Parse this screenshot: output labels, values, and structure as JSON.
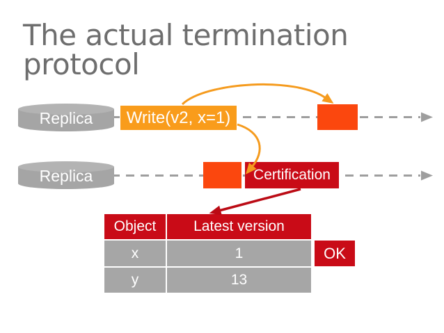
{
  "title": "The actual termination protocol",
  "timelines": [
    {
      "replica_label": "Replica",
      "event_label": "Write(v2, x=1)"
    },
    {
      "replica_label": "Replica",
      "event_label": "Certification"
    }
  ],
  "version_table": {
    "columns": [
      "Object",
      "Latest version"
    ],
    "rows": [
      {
        "object": "x",
        "version": "1"
      },
      {
        "object": "y",
        "version": "13"
      }
    ]
  },
  "ok_badge": "OK",
  "colors": {
    "title_gray": "#6e6e6e",
    "event_orange": "#f99c1b",
    "event_orange_red": "#fb470e",
    "dark_red": "#c90b17",
    "table_row_gray": "#a6a6a6",
    "timeline_gray": "#9e9e9e",
    "arrow_orange": "#f59b1e",
    "arrow_dark_red": "#bb0b15",
    "cylinder_gray": "#a5a5a5"
  }
}
